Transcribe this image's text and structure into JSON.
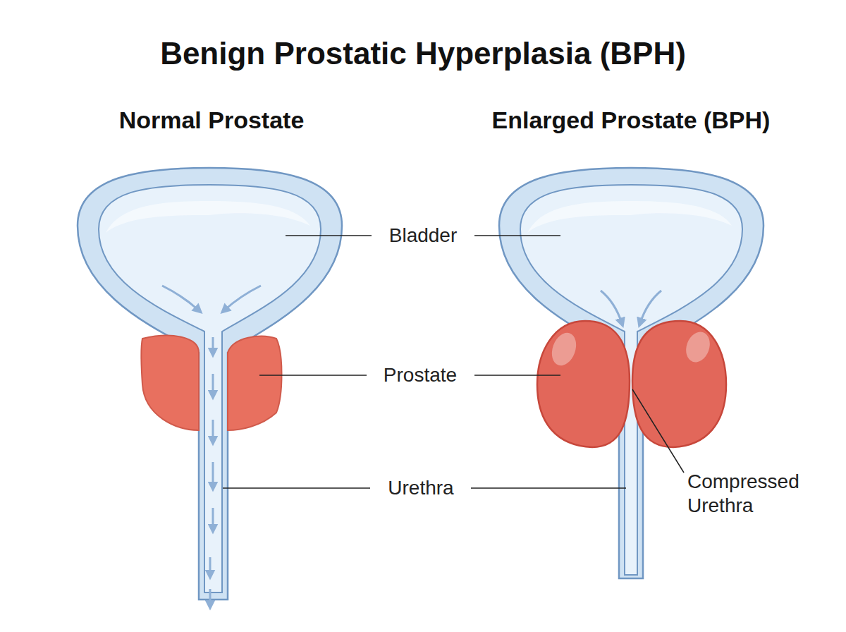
{
  "diagram": {
    "title": "Benign Prostatic Hyperplasia (BPH)",
    "labels": [
      "Normal Prostate",
      "Enlarged Prostate (BPH)",
      "Bladder",
      "Prostate",
      "Urethra",
      "Compressed Urethra"
    ]
  }
}
